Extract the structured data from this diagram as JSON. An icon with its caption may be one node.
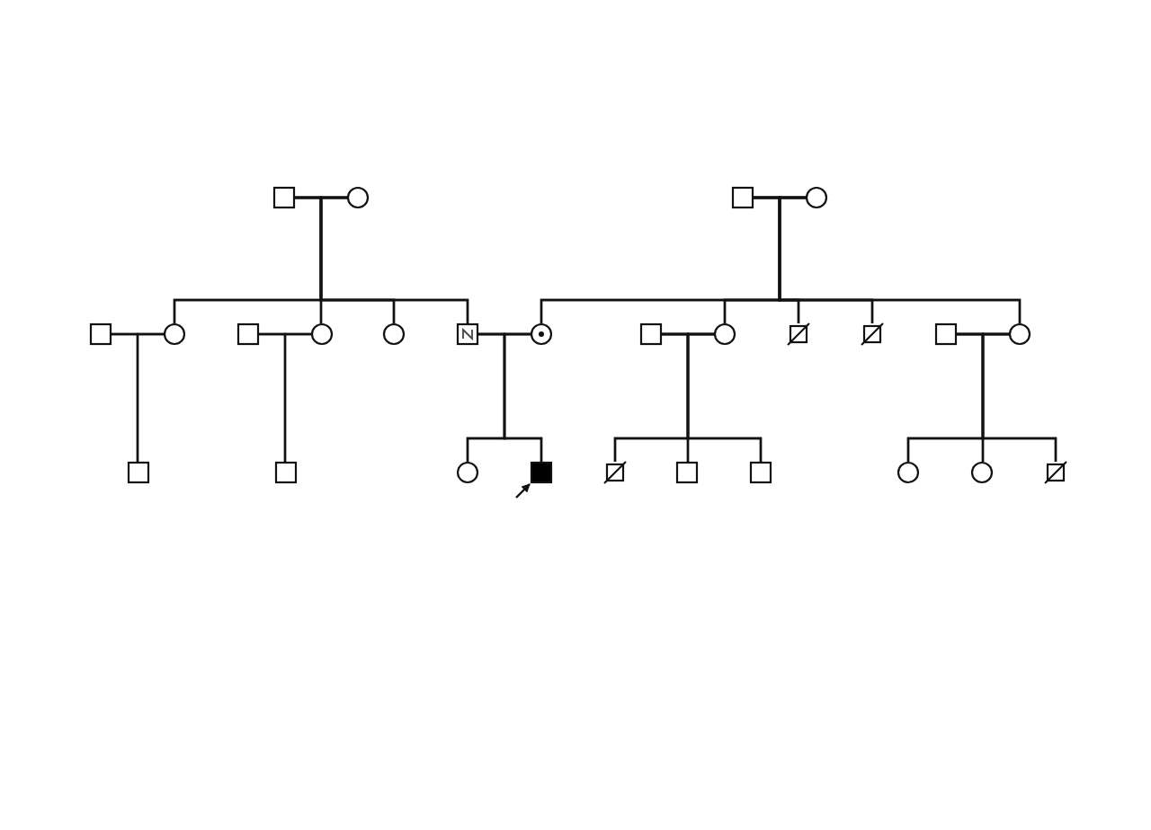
{
  "diagram": {
    "nodes": [
      {
        "text": [],
        "shape": "box"
      },
      {
        "text": [],
        "shape": "circle"
      },
      {
        "text": [],
        "shape": "box"
      },
      {
        "text": [],
        "shape": "circle"
      },
      {
        "text": [],
        "shape": "box"
      },
      {
        "text": [],
        "shape": "circle"
      },
      {
        "text": [],
        "shape": "box"
      },
      {
        "text": [],
        "shape": "circle"
      },
      {
        "text": [],
        "shape": "circle"
      },
      {
        "text": [],
        "shape": "marked-box"
      },
      {
        "text": [],
        "shape": "dotted-circle"
      },
      {
        "text": [],
        "shape": "box"
      },
      {
        "text": [],
        "shape": "circle"
      },
      {
        "text": [],
        "shape": "crossed-box"
      },
      {
        "text": [],
        "shape": "crossed-box"
      },
      {
        "text": [],
        "shape": "box"
      },
      {
        "text": [],
        "shape": "circle"
      },
      {
        "text": [],
        "shape": "box"
      },
      {
        "text": [],
        "shape": "box"
      },
      {
        "text": [],
        "shape": "circle"
      },
      {
        "text": [],
        "shape": "filled-box"
      },
      {
        "text": [],
        "shape": "crossed-box"
      },
      {
        "text": [],
        "shape": "box"
      },
      {
        "text": [],
        "shape": "box"
      },
      {
        "text": [],
        "shape": "circle"
      },
      {
        "text": [],
        "shape": "circle"
      },
      {
        "text": [],
        "shape": "crossed-box"
      }
    ],
    "edges": [
      {
        "from": 0,
        "to": 1,
        "arrow": "none"
      },
      {
        "from": 2,
        "to": 3,
        "arrow": "none"
      },
      {
        "from": 4,
        "to": 5,
        "arrow": "none"
      },
      {
        "from": 6,
        "to": 7,
        "arrow": "none"
      },
      {
        "from": 9,
        "to": 10,
        "arrow": "none"
      },
      {
        "from": 11,
        "to": 12,
        "arrow": "none"
      },
      {
        "from": 15,
        "to": 16,
        "arrow": "none"
      },
      {
        "from": 0,
        "to": 5,
        "arrow": "none"
      },
      {
        "from": 1,
        "to": 5,
        "arrow": "none"
      },
      {
        "from": 0,
        "to": 7,
        "arrow": "none"
      },
      {
        "from": 1,
        "to": 7,
        "arrow": "none"
      },
      {
        "from": 0,
        "to": 8,
        "arrow": "none"
      },
      {
        "from": 1,
        "to": 8,
        "arrow": "none"
      },
      {
        "from": 0,
        "to": 9,
        "arrow": "none"
      },
      {
        "from": 1,
        "to": 9,
        "arrow": "none"
      },
      {
        "from": 2,
        "to": 10,
        "arrow": "none"
      },
      {
        "from": 3,
        "to": 10,
        "arrow": "none"
      },
      {
        "from": 2,
        "to": 12,
        "arrow": "none"
      },
      {
        "from": 3,
        "to": 12,
        "arrow": "none"
      },
      {
        "from": 2,
        "to": 13,
        "arrow": "none"
      },
      {
        "from": 3,
        "to": 13,
        "arrow": "none"
      },
      {
        "from": 2,
        "to": 14,
        "arrow": "none"
      },
      {
        "from": 3,
        "to": 14,
        "arrow": "none"
      },
      {
        "from": 2,
        "to": 16,
        "arrow": "none"
      },
      {
        "from": 3,
        "to": 16,
        "arrow": "none"
      },
      {
        "from": 4,
        "to": 17,
        "arrow": "none"
      },
      {
        "from": 5,
        "to": 17,
        "arrow": "none"
      },
      {
        "from": 6,
        "to": 18,
        "arrow": "none"
      },
      {
        "from": 7,
        "to": 18,
        "arrow": "none"
      },
      {
        "from": 9,
        "to": 19,
        "arrow": "none"
      },
      {
        "from": 10,
        "to": 19,
        "arrow": "none"
      },
      {
        "from": 9,
        "to": 20,
        "arrow": "none"
      },
      {
        "from": 10,
        "to": 20,
        "arrow": "none"
      },
      {
        "from": 11,
        "to": 21,
        "arrow": "none"
      },
      {
        "from": 12,
        "to": 21,
        "arrow": "none"
      },
      {
        "from": 11,
        "to": 22,
        "arrow": "none"
      },
      {
        "from": 12,
        "to": 22,
        "arrow": "none"
      },
      {
        "from": 11,
        "to": 23,
        "arrow": "none"
      },
      {
        "from": 12,
        "to": 23,
        "arrow": "none"
      },
      {
        "from": 15,
        "to": 24,
        "arrow": "none"
      },
      {
        "from": 16,
        "to": 24,
        "arrow": "none"
      },
      {
        "from": 15,
        "to": 25,
        "arrow": "none"
      },
      {
        "from": 16,
        "to": 25,
        "arrow": "none"
      },
      {
        "from": 15,
        "to": 26,
        "arrow": "none"
      },
      {
        "from": 16,
        "to": 26,
        "arrow": "none"
      },
      {
        "from": null,
        "to": 20,
        "arrow": "to"
      }
    ]
  }
}
